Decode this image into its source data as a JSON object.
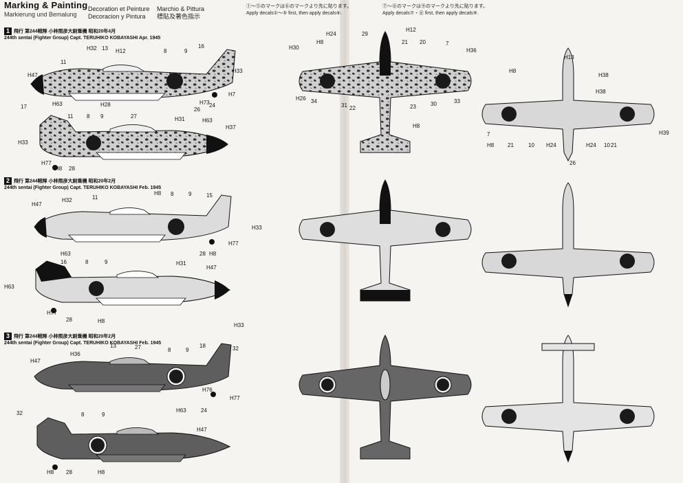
{
  "header": {
    "title": "Marking & Painting",
    "subtitle": "Markierung und Bemalung",
    "col_fr_es": [
      "Decoration et Peinture",
      "Decoracion y Pintura"
    ],
    "col_it_zh": [
      "Marchio & Pittura",
      "標貼及著色指示"
    ],
    "note_1": [
      "①～⑤のマークは⑥のマークより先に貼ります。",
      "Apply decals①～⑤ first, then apply decals⑥."
    ],
    "note_2": [
      "⑦～⑧のマークは⑨のマークより先に貼ります。",
      "Apply decals⑦・⑧ first, then apply decals⑨."
    ]
  },
  "sections": [
    {
      "num": "1",
      "jp": "飛行 第244戦隊 小林照彦大尉乗機 昭和20年4月",
      "en": "244th sentai (Fighter Group) Capt. TERUHIKO KOBAYASHI Apr. 1945"
    },
    {
      "num": "2",
      "jp": "飛行 第244戦隊 小林照彦大尉乗機 昭和20年2月",
      "en": "244th sentai (Fighter Group) Capt. TERUHIKO KOBAYASHI Feb. 1945"
    },
    {
      "num": "3",
      "jp": "飛行 第244戦隊 小林照彦大尉乗機 昭和20年2月",
      "en": "244th sentai (Fighter Group) Capt. TERUHIKO KOBAYASHI Feb. 1945"
    }
  ],
  "callouts": {
    "s1_side_upper": [
      "H47",
      "11",
      "H32",
      "13",
      "H12",
      "8",
      "9",
      "16",
      "H33",
      "H63",
      "H28",
      "H73",
      "24",
      "26",
      "H7"
    ],
    "s1_side_lower": [
      "17",
      "11",
      "8",
      "9",
      "27",
      "H31",
      "H63",
      "H37",
      "H33",
      "H77",
      "H8",
      "28"
    ],
    "s2_side_upper": [
      "H47",
      "H32",
      "11",
      "H8",
      "8",
      "9",
      "15",
      "H33",
      "H63",
      "28",
      "H8",
      "H77"
    ],
    "s2_side_lower": [
      "H63",
      "16",
      "8",
      "9",
      "H31",
      "H47",
      "H77",
      "28",
      "H8"
    ],
    "s3_side_upper": [
      "18",
      "H47",
      "H36",
      "13",
      "27",
      "8",
      "9",
      "32",
      "H76",
      "H63",
      "24",
      "H77"
    ],
    "s3_side_lower": [
      "32",
      "8",
      "9",
      "H47",
      "H8",
      "28",
      "H8"
    ],
    "top_views": [
      "H24",
      "H8",
      "29",
      "H12",
      "21",
      "20",
      "7",
      "H30",
      "H36",
      "H33",
      "34",
      "31",
      "22",
      "23",
      "30",
      "33",
      "H26",
      "H8"
    ],
    "bottom_views": [
      "H13",
      "H38",
      "H8",
      "H38",
      "H39",
      "7",
      "H8",
      "21",
      "10",
      "H24",
      "H24",
      "10",
      "21",
      "26"
    ]
  }
}
